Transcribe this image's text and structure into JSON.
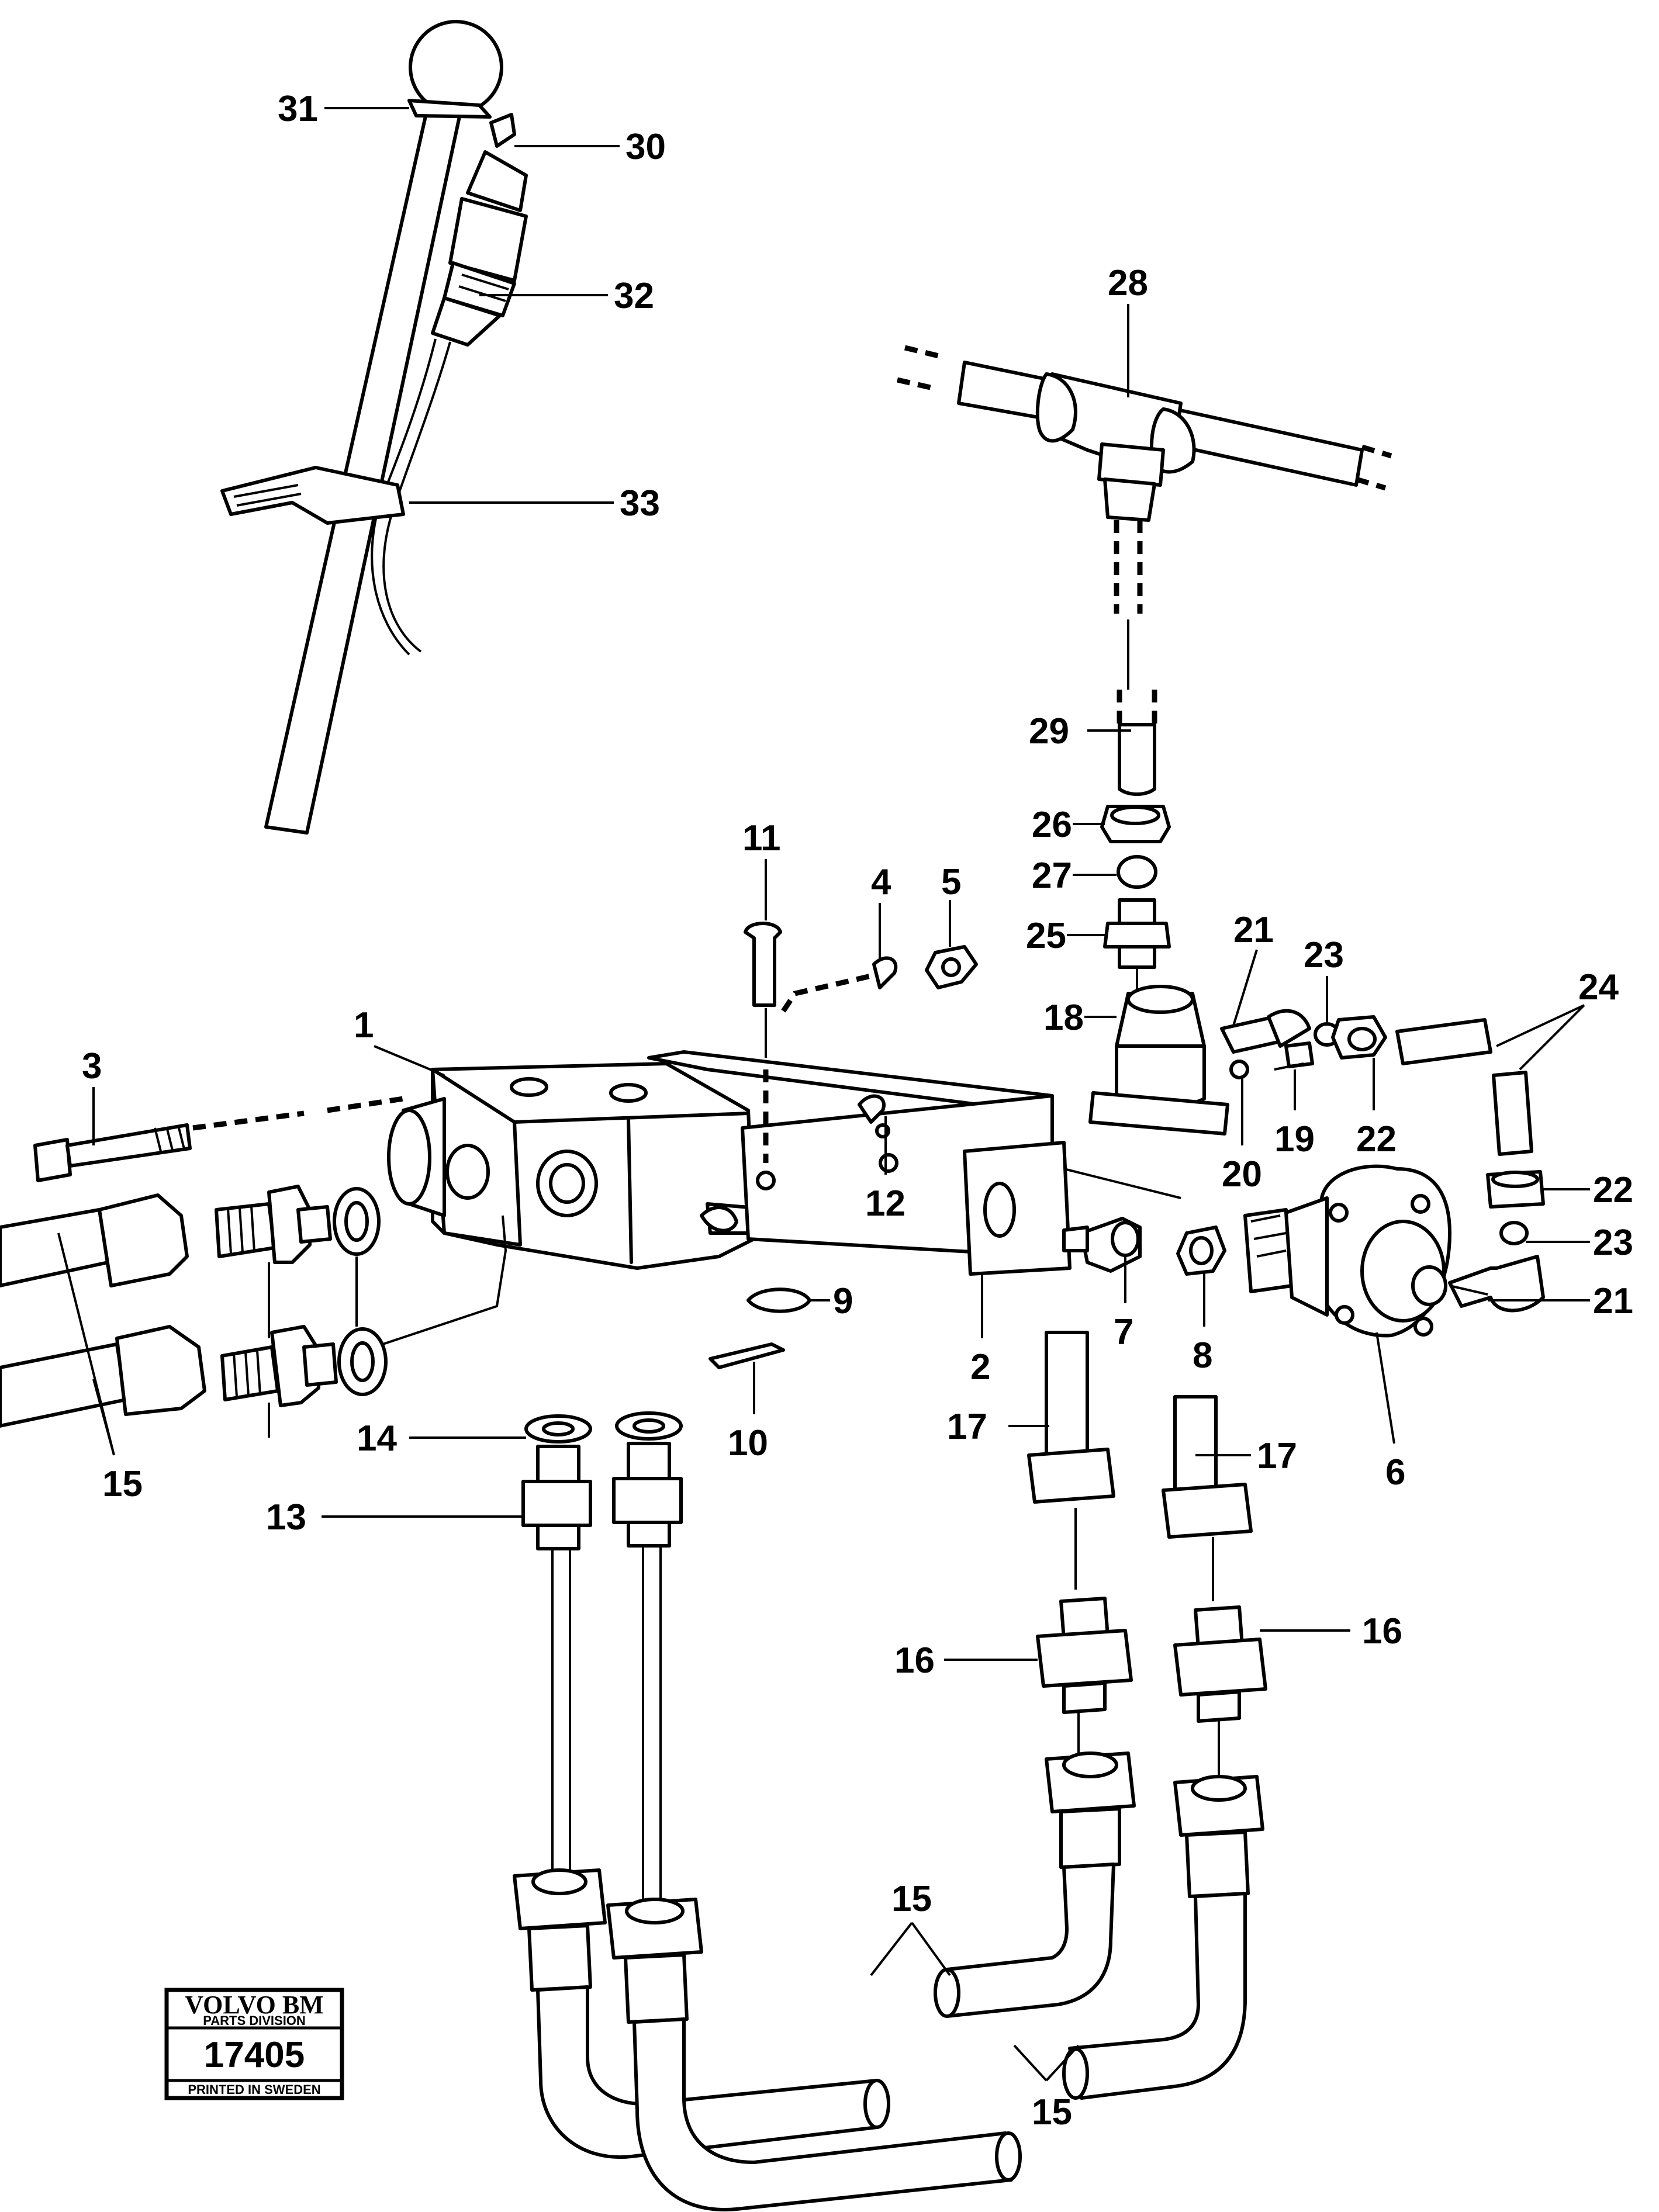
{
  "callouts": [
    {
      "id": "c31",
      "text": "31"
    },
    {
      "id": "c30",
      "text": "30"
    },
    {
      "id": "c32",
      "text": "32"
    },
    {
      "id": "c33",
      "text": "33"
    },
    {
      "id": "c28",
      "text": "28"
    },
    {
      "id": "c29",
      "text": "29"
    },
    {
      "id": "c26",
      "text": "26"
    },
    {
      "id": "c27",
      "text": "27"
    },
    {
      "id": "c25",
      "text": "25"
    },
    {
      "id": "c11",
      "text": "11"
    },
    {
      "id": "c4",
      "text": "4"
    },
    {
      "id": "c5",
      "text": "5"
    },
    {
      "id": "c21a",
      "text": "21"
    },
    {
      "id": "c23a",
      "text": "23"
    },
    {
      "id": "c24",
      "text": "24"
    },
    {
      "id": "c18",
      "text": "18"
    },
    {
      "id": "c1",
      "text": "1"
    },
    {
      "id": "c3",
      "text": "3"
    },
    {
      "id": "c22a",
      "text": "22"
    },
    {
      "id": "c19",
      "text": "19"
    },
    {
      "id": "c20",
      "text": "20"
    },
    {
      "id": "c12",
      "text": "12"
    },
    {
      "id": "c22b",
      "text": "22"
    },
    {
      "id": "c23b",
      "text": "23"
    },
    {
      "id": "c21b",
      "text": "21"
    },
    {
      "id": "c9",
      "text": "9"
    },
    {
      "id": "c7",
      "text": "7"
    },
    {
      "id": "c8",
      "text": "8"
    },
    {
      "id": "c2",
      "text": "2"
    },
    {
      "id": "c10",
      "text": "10"
    },
    {
      "id": "c17a",
      "text": "17"
    },
    {
      "id": "c17b",
      "text": "17"
    },
    {
      "id": "c6",
      "text": "6"
    },
    {
      "id": "c14",
      "text": "14"
    },
    {
      "id": "c15a",
      "text": "15"
    },
    {
      "id": "c13",
      "text": "13"
    },
    {
      "id": "c16a",
      "text": "16"
    },
    {
      "id": "c16b",
      "text": "16"
    },
    {
      "id": "c15b",
      "text": "15"
    },
    {
      "id": "c15c",
      "text": "15"
    }
  ],
  "stamp": {
    "brand": "VOLVO BM",
    "division": "PARTS DIVISION",
    "number": "17405",
    "printed": "PRINTED IN SWEDEN"
  }
}
